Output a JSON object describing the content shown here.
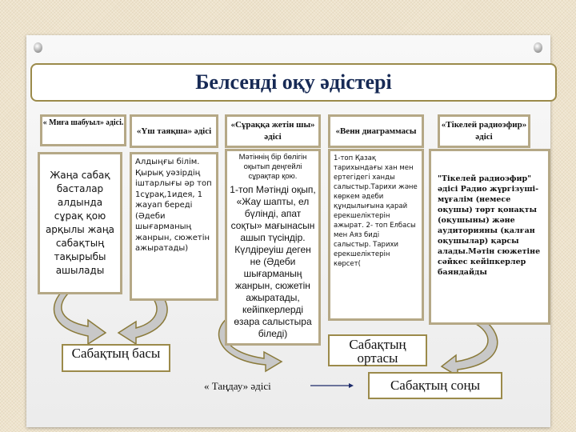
{
  "title": "Белсенді оқу әдістері",
  "columns": [
    {
      "header": "« Миға шабуыл» әдісі.",
      "body": "Жаңа сабақ басталар алдында сұрақ қою арқылы жаңа сабақтың тақырыбы ашылады"
    },
    {
      "header": "«Үш таяқша» әдісі",
      "body": "Алдыңғы білім. Қырық уәзірдің іштарлығы әр топ 1сұрақ,1идея, 1 жауап береді (Әдеби шығарманың жанрын, сюжетін ажыратады)"
    },
    {
      "header": "«Сұраққа жетін шы» әдісі",
      "header_overlay": "Мәтіннің бір бөлігін оқытып деңгейлі сұрақтар қою.",
      "body": "1-топ Мәтінді оқып, «Жау шапты, ел бүлінді, апат соқты» мағынасын ашып түсіндір. Күлдіреуіш деген не (Әдеби шығарманың жанрын, сюжетін ажыратады, кейіпкерлерді өзара салыстыра біледі)"
    },
    {
      "header": "«Венн диаграммасы",
      "body": "1-топ Қазақ тарихындағы хан мен ертегідегі ханды салыстыр.Тарихи және көркем әдеби құндылығына қарай ерекшеліктерін ажырат. 2- топ Елбасы мен Аяз биді салыстыр. Тарихи ерекшеліктерін көрсет("
    },
    {
      "header": "«Тікелей радиоэфир» әдісі",
      "body": "\"Тікелей радиоэфир\" әдісі Радио жүргізуші-мұғалім (немесе оқушы) төрт қонақты (оқушыны) және аудиторияны (қалған оқушылар) қарсы алады.Мәтін сюжетіне сәйкес кейіпкерлер баяндайды"
    }
  ],
  "stages": {
    "start": "Сабақтың басы",
    "middle": "Сабақтың ортасы",
    "end": "Сабақтың соңы"
  },
  "choice_method": "« Таңдау» әдісі",
  "colors": {
    "title": "#172a55",
    "border": "#9b8a4a",
    "arrow_fill": "#c8c8c8"
  }
}
